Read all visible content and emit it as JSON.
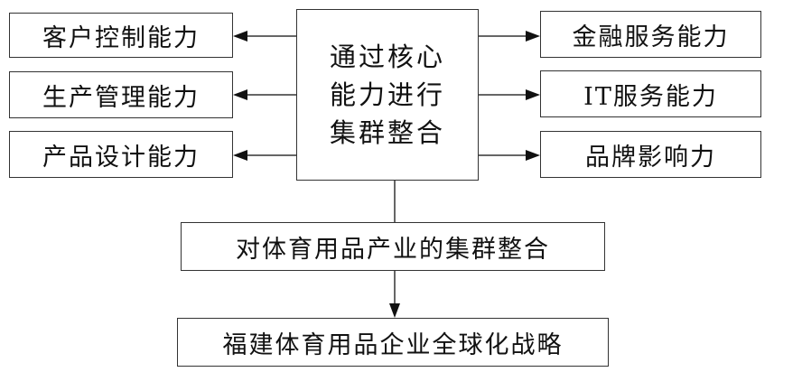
{
  "center": {
    "line1": "通过核心",
    "line2": "能力进行",
    "line3": "集群整合"
  },
  "left_capabilities": [
    "客户控制能力",
    "生产管理能力",
    "产品设计能力"
  ],
  "right_capabilities": [
    "金融服务能力",
    "IT服务能力",
    "品牌影响力"
  ],
  "industry_integration": "对体育用品产业的集群整合",
  "strategy": "福建体育用品企业全球化战略"
}
